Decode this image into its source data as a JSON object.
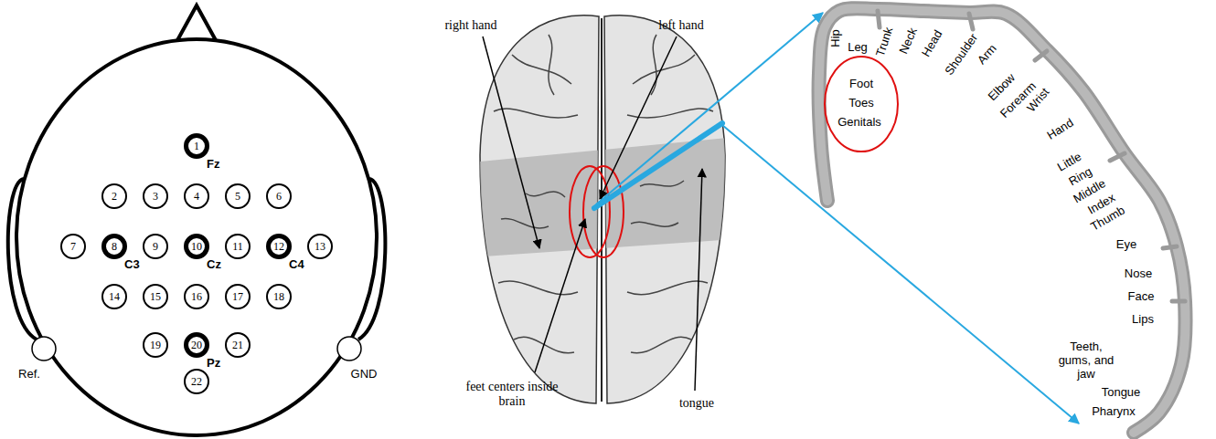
{
  "diagram": {
    "nodes": [
      {
        "text": [
          "1",
          "Fz"
        ]
      },
      {
        "text": [
          "2"
        ]
      },
      {
        "text": [
          "3"
        ]
      },
      {
        "text": [
          "4"
        ]
      },
      {
        "text": [
          "5"
        ]
      },
      {
        "text": [
          "6"
        ]
      },
      {
        "text": [
          "7"
        ]
      },
      {
        "text": [
          "8",
          "C3"
        ]
      },
      {
        "text": [
          "9"
        ]
      },
      {
        "text": [
          "10",
          "Cz"
        ]
      },
      {
        "text": [
          "11"
        ]
      },
      {
        "text": [
          "12",
          "C4"
        ]
      },
      {
        "text": [
          "13"
        ]
      },
      {
        "text": [
          "14"
        ]
      },
      {
        "text": [
          "15"
        ]
      },
      {
        "text": [
          "16"
        ]
      },
      {
        "text": [
          "17"
        ]
      },
      {
        "text": [
          "18"
        ]
      },
      {
        "text": [
          "19"
        ]
      },
      {
        "text": [
          "20",
          "Pz"
        ]
      },
      {
        "text": [
          "21"
        ]
      },
      {
        "text": [
          "22"
        ]
      }
    ],
    "labels": [
      "right hand",
      "left hand",
      "feet centers inside brain",
      "tongue",
      "Ref.",
      "GND",
      "Hip",
      "Leg",
      "Trunk",
      "Neck",
      "Head",
      "Shoulder",
      "Arm",
      "Elbow",
      "Forearm",
      "Wrist",
      "Hand",
      "Little",
      "Ring",
      "Middle",
      "Index",
      "Thumb",
      "Foot",
      "Toes",
      "Genitals",
      "Eye",
      "Nose",
      "Face",
      "Lips",
      "Teeth, gums, and jaw",
      "Tongue",
      "Pharynx"
    ]
  }
}
